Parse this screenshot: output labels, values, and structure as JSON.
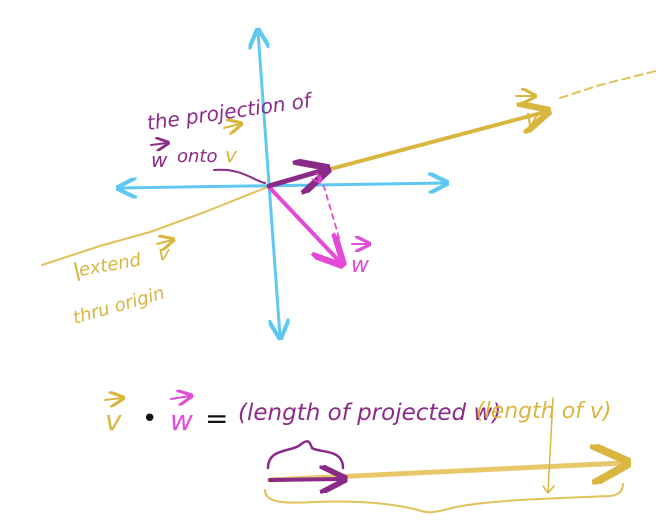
{
  "colors": {
    "axes": "#5ec8f2",
    "vector_v": "#d9b63f",
    "vector_w": "#e34ad8",
    "projection": "#8a2b88",
    "extension": "#e0c15a"
  },
  "labels": {
    "v_vector": "v",
    "w_vector": "w",
    "projection_line1": "the projection of",
    "projection_w": "w",
    "projection_onto": "onto",
    "projection_v": "v",
    "extend_line1": "extend",
    "extend_v": "v",
    "extend_line2": "thru origin"
  },
  "equation": {
    "v": "v",
    "dot": "•",
    "w": "w",
    "equals": "=",
    "projected_length": "(length of projected w)",
    "v_length": "(length of v)"
  }
}
